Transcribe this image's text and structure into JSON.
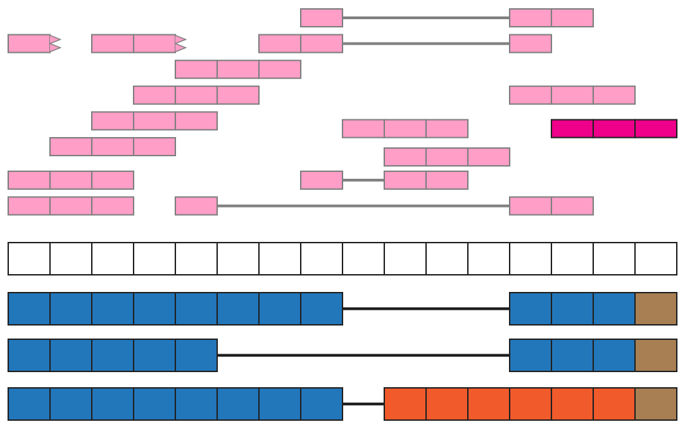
{
  "colors": {
    "read": "#ff9ec7",
    "read_highlight": "#ee008a",
    "read_border": "#808080",
    "read_border_highlight": "#222222",
    "read_link": "#808080",
    "reference": "#ffffff",
    "exon_blue": "#2277bb",
    "exon_orange": "#f15a2b",
    "exon_brown": "#a87f53",
    "track_border": "#222222",
    "track_link": "#1a1a1a"
  },
  "diagram": {
    "type": "read-alignment",
    "reference": {
      "units": 16
    },
    "reads": [
      {
        "row": 0,
        "segments": [
          [
            7,
            1
          ],
          [
            12,
            2
          ]
        ]
      },
      {
        "row": 1,
        "segments": [
          [
            0,
            1
          ]
        ],
        "end_chevron": true
      },
      {
        "row": 1,
        "segments": [
          [
            2,
            2
          ]
        ],
        "end_chevron": true
      },
      {
        "row": 1,
        "segments": [
          [
            6,
            2
          ],
          [
            12,
            1
          ]
        ]
      },
      {
        "row": 2,
        "segments": [
          [
            4,
            3
          ]
        ]
      },
      {
        "row": 3,
        "segments": [
          [
            3,
            3
          ]
        ]
      },
      {
        "row": 3,
        "segments": [
          [
            12,
            3
          ]
        ]
      },
      {
        "row": 4,
        "segments": [
          [
            2,
            3
          ]
        ]
      },
      {
        "row": 4.3,
        "segments": [
          [
            8,
            3
          ]
        ]
      },
      {
        "row": 4.3,
        "segments": [
          [
            13,
            3
          ]
        ],
        "highlight": true
      },
      {
        "row": 5,
        "segments": [
          [
            1,
            3
          ]
        ]
      },
      {
        "row": 5.4,
        "segments": [
          [
            9,
            3
          ]
        ]
      },
      {
        "row": 6.3,
        "segments": [
          [
            0,
            3
          ]
        ]
      },
      {
        "row": 6.3,
        "segments": [
          [
            7,
            1
          ],
          [
            9,
            2
          ]
        ]
      },
      {
        "row": 7.3,
        "segments": [
          [
            0,
            3
          ]
        ]
      },
      {
        "row": 7.3,
        "segments": [
          [
            4,
            1
          ],
          [
            12,
            2
          ]
        ]
      }
    ],
    "transcripts": [
      {
        "segments": [
          [
            0,
            8,
            "blue"
          ],
          [
            12,
            3,
            "blue"
          ],
          [
            15,
            1,
            "brown"
          ]
        ]
      },
      {
        "segments": [
          [
            0,
            5,
            "blue"
          ],
          [
            12,
            3,
            "blue"
          ],
          [
            15,
            1,
            "brown"
          ]
        ]
      },
      {
        "segments": [
          [
            0,
            8,
            "blue"
          ],
          [
            9,
            6,
            "orange"
          ],
          [
            15,
            1,
            "brown"
          ]
        ]
      }
    ]
  }
}
